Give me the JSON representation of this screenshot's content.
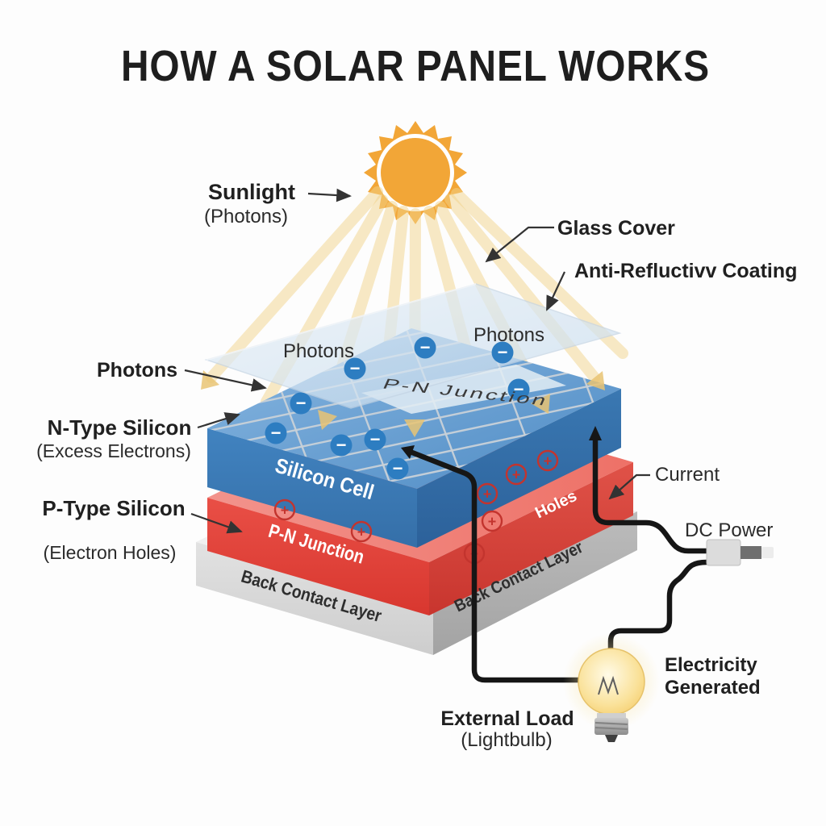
{
  "title": "HOW A SOLAR PANEL WORKS",
  "labels": {
    "sunlight": "Sunlight",
    "sunlight_sub": "(Photons)",
    "glass_cover": "Glass Cover",
    "anti_reflective_coating": "Anti-Refluctivv Coating",
    "photons_left": "Photons",
    "photons_mid": "Photons",
    "photons_right": "Photons",
    "n_type": "N-Type Silicon",
    "n_type_sub": "(Excess Electrons)",
    "p_type": "P-Type Silicon",
    "p_type_sub": "(Electron Holes)",
    "current": "Current",
    "dc_power": "DC Power",
    "electricity_line1": "Electricity",
    "electricity_line2": "Generated",
    "external_load": "External Load",
    "external_load_sub": "(Lightbulb)"
  },
  "layers": {
    "silicon_cell": "Silicon Cell",
    "pn_junction": "P-N Junction",
    "pn_junction_top": "P-N Junction",
    "back_contact_front": "Back Contact Layer",
    "back_contact_right": "Back Contact Layer",
    "holes": "Holes"
  },
  "symbols": {
    "electron": "−",
    "hole": "+"
  },
  "colors": {
    "sun": "#F2A637",
    "sun_ray": "#F2D48C",
    "glass": "#D4E4F1",
    "silicon_blue": "#4A86BE",
    "junction_red": "#DD423B",
    "back_contact_gray": "#C9C9C9",
    "electron_blue": "#2D7DC1",
    "hole_red": "#C3342E",
    "wire_black": "#161616",
    "text_dark": "#222222"
  }
}
